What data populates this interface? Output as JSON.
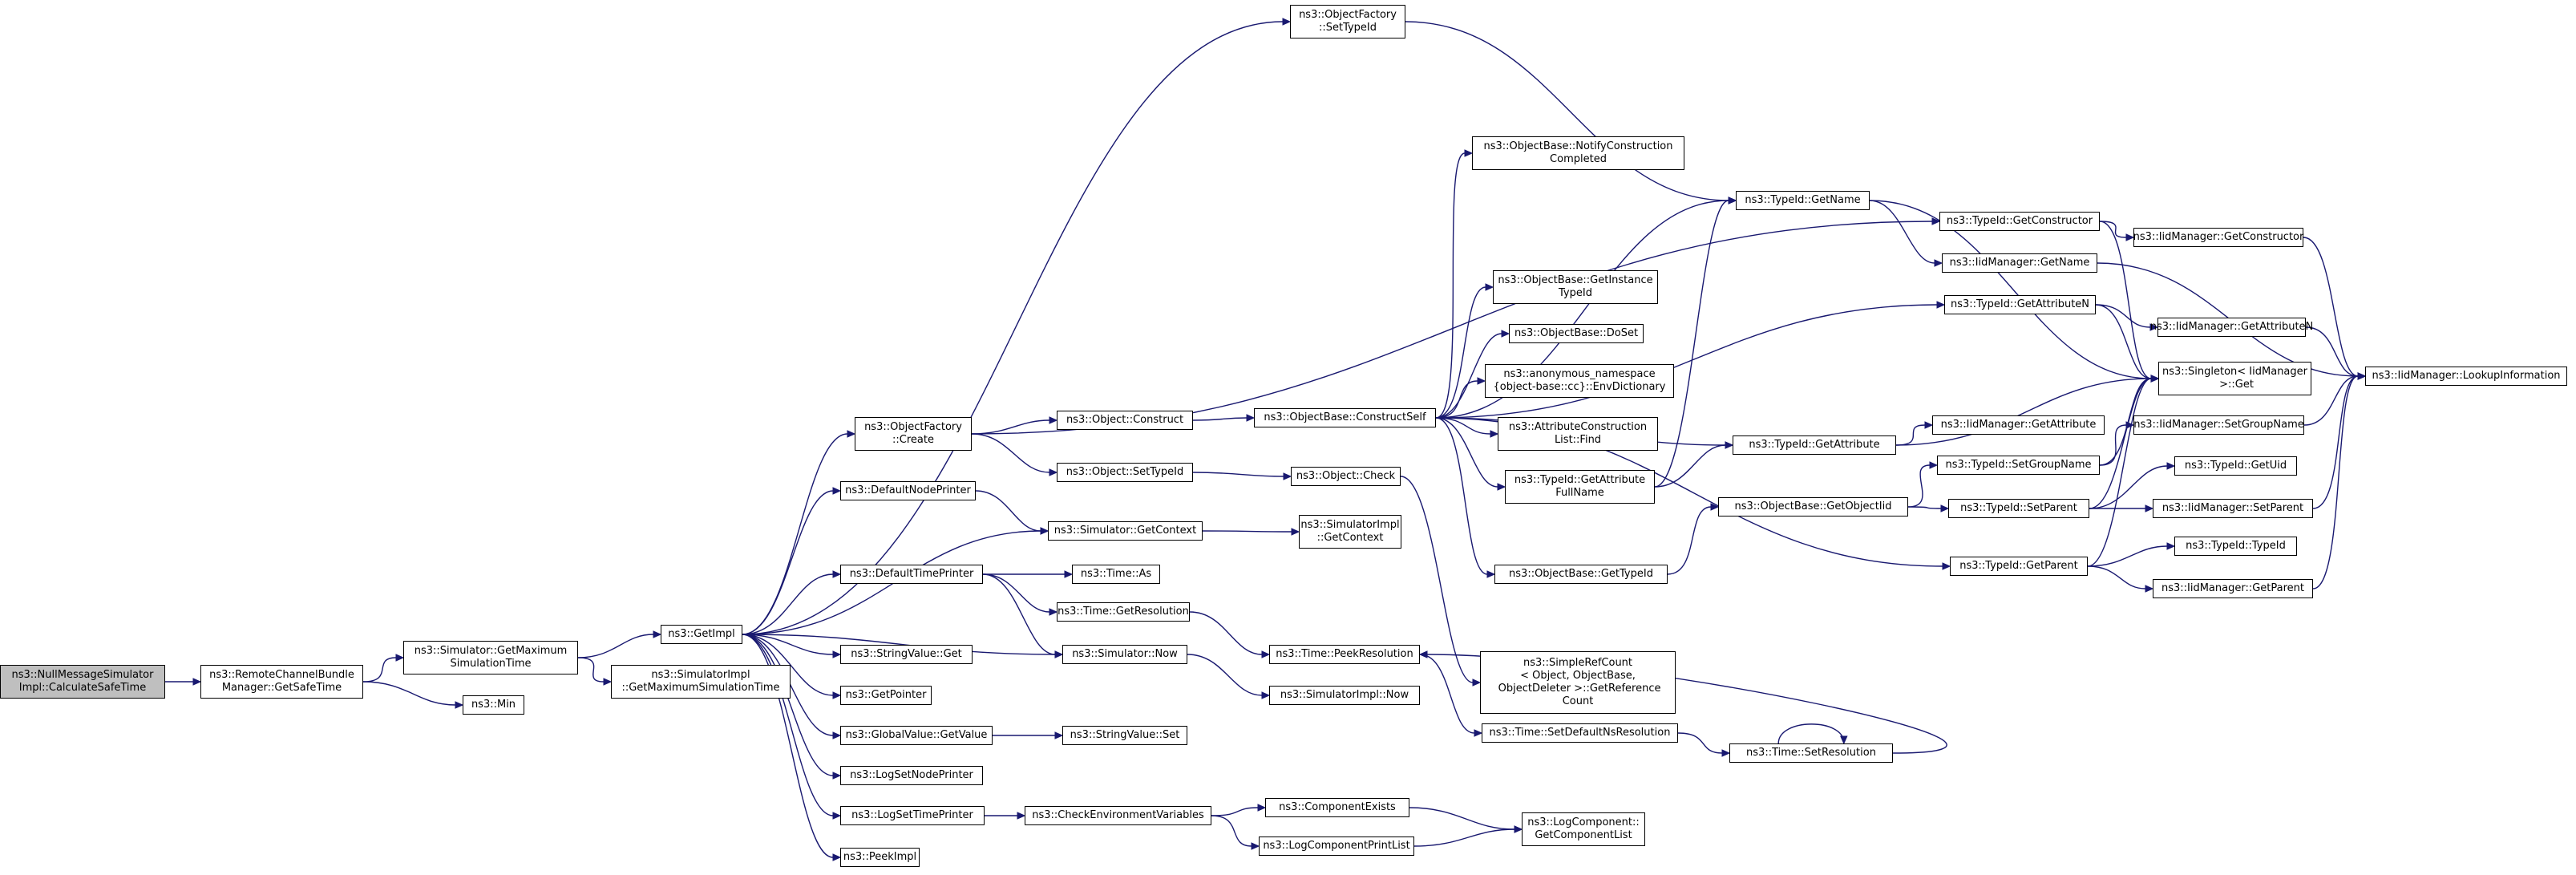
{
  "colors": {
    "edge": "#191970",
    "root_fill": "#bfbfbf",
    "node_fill": "#ffffff",
    "border": "#000000"
  },
  "nodes": {
    "n0": "ns3::NullMessageSimulator\nImpl::CalculateSafeTime",
    "n1": "ns3::RemoteChannelBundle\nManager::GetSafeTime",
    "n2": "ns3::Simulator::GetMaximum\nSimulationTime",
    "n3": "ns3::Min",
    "n4": "ns3::GetImpl",
    "n5": "ns3::SimulatorImpl\n::GetMaximumSimulationTime",
    "n6": "ns3::ObjectFactory\n::SetTypeId",
    "n7": "ns3::ObjectFactory\n::Create",
    "n8": "ns3::DefaultNodePrinter",
    "n9": "ns3::DefaultTimePrinter",
    "n10": "ns3::StringValue::Get",
    "n11": "ns3::GetPointer",
    "n12": "ns3::GlobalValue::GetValue",
    "n13": "ns3::LogSetNodePrinter",
    "n14": "ns3::LogSetTimePrinter",
    "n15": "ns3::PeekImpl",
    "n16": "ns3::Object::Construct",
    "n17": "ns3::Object::SetTypeId",
    "n18": "ns3::Simulator::GetContext",
    "n19": "ns3::Time::As",
    "n20": "ns3::Time::GetResolution",
    "n21": "ns3::Simulator::Now",
    "n22": "ns3::StringValue::Set",
    "n23": "ns3::CheckEnvironmentVariables",
    "n24": "ns3::ObjectBase::ConstructSelf",
    "n25": "ns3::Object::Check",
    "n26": "ns3::SimulatorImpl\n::GetContext",
    "n27": "ns3::Time::PeekResolution",
    "n28": "ns3::SimulatorImpl::Now",
    "n29": "ns3::ComponentExists",
    "n30": "ns3::LogComponentPrintList",
    "n31": "ns3::ObjectBase::NotifyConstruction\nCompleted",
    "n32": "ns3::TypeId::GetName",
    "n33": "ns3::ObjectBase::GetInstance\nTypeId",
    "n34": "ns3::ObjectBase::DoSet",
    "n35": "ns3::anonymous_namespace\n{object-base::cc}::EnvDictionary",
    "n36": "ns3::AttributeConstruction\nList::Find",
    "n37": "ns3::TypeId::GetAttribute\nFullName",
    "n38": "ns3::ObjectBase::GetTypeId",
    "n39": "ns3::SimpleRefCount\n< Object, ObjectBase,\n ObjectDeleter >::GetReference\nCount",
    "n40": "ns3::Time::SetDefaultNsResolution",
    "n41": "ns3::LogComponent::\nGetComponentList",
    "n42": "ns3::TypeId::GetAttribute",
    "n43": "ns3::ObjectBase::GetObjectIid",
    "n44": "ns3::Time::SetResolution",
    "n45": "ns3::TypeId::GetConstructor",
    "n46": "ns3::IidManager::GetName",
    "n47": "ns3::TypeId::GetAttributeN",
    "n48": "ns3::IidManager::GetAttribute",
    "n49": "ns3::TypeId::SetGroupName",
    "n50": "ns3::TypeId::SetParent",
    "n51": "ns3::TypeId::GetParent",
    "n52": "ns3::IidManager::GetConstructor",
    "n53": "ns3::IidManager::GetAttributeN",
    "n54": "ns3::Singleton< IidManager\n >::Get",
    "n55": "ns3::IidManager::SetGroupName",
    "n56": "ns3::TypeId::GetUid",
    "n57": "ns3::IidManager::SetParent",
    "n58": "ns3::TypeId::TypeId",
    "n59": "ns3::IidManager::GetParent",
    "n60": "ns3::IidManager::LookupInformation"
  }
}
